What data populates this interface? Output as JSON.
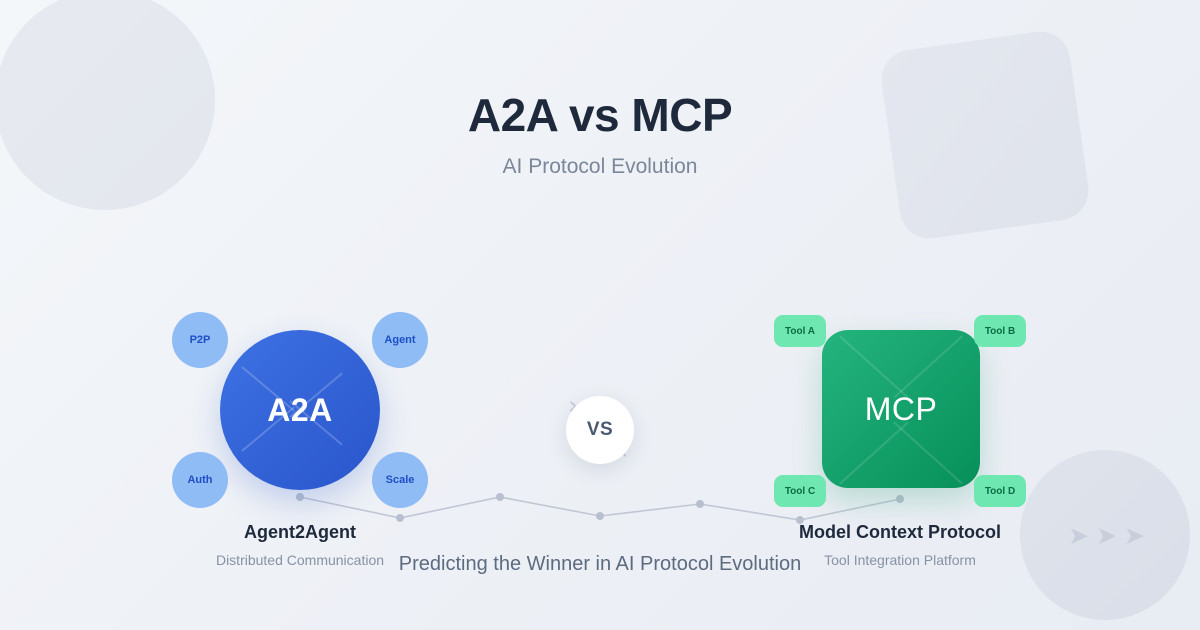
{
  "header": {
    "title": "A2A vs MCP",
    "subtitle": "AI Protocol Evolution"
  },
  "left_node": {
    "core_label": "A2A",
    "name": "Agent2Agent",
    "description": "Distributed Communication",
    "color": "#2a55cb",
    "satellites": [
      {
        "label": "P2P"
      },
      {
        "label": "Agent"
      },
      {
        "label": "Auth"
      },
      {
        "label": "Scale"
      }
    ]
  },
  "right_node": {
    "core_label": "MCP",
    "name": "Model Context Protocol",
    "description": "Tool Integration Platform",
    "color": "#068f59",
    "tools": [
      {
        "label": "Tool A"
      },
      {
        "label": "Tool B"
      },
      {
        "label": "Tool C"
      },
      {
        "label": "Tool D"
      }
    ]
  },
  "versus_badge": {
    "label": "VS",
    "chevron_left": "›",
    "chevron_right": "‹"
  },
  "footer": {
    "tagline": "Predicting the Winner in AI Protocol Evolution"
  },
  "decor": {
    "arrows": "➤➤➤"
  },
  "chart_data": {
    "type": "line",
    "title": "",
    "xlabel": "",
    "ylabel": "",
    "series": [
      {
        "name": "trend",
        "points": [
          {
            "x": 300,
            "y": 497
          },
          {
            "x": 400,
            "y": 518
          },
          {
            "x": 500,
            "y": 497
          },
          {
            "x": 600,
            "y": 516
          },
          {
            "x": 700,
            "y": 504
          },
          {
            "x": 800,
            "y": 520
          },
          {
            "x": 900,
            "y": 499
          }
        ]
      }
    ],
    "line_color": "#c0c7d4",
    "point_color": "#b8c0cf",
    "grid": false,
    "legend": "none"
  }
}
